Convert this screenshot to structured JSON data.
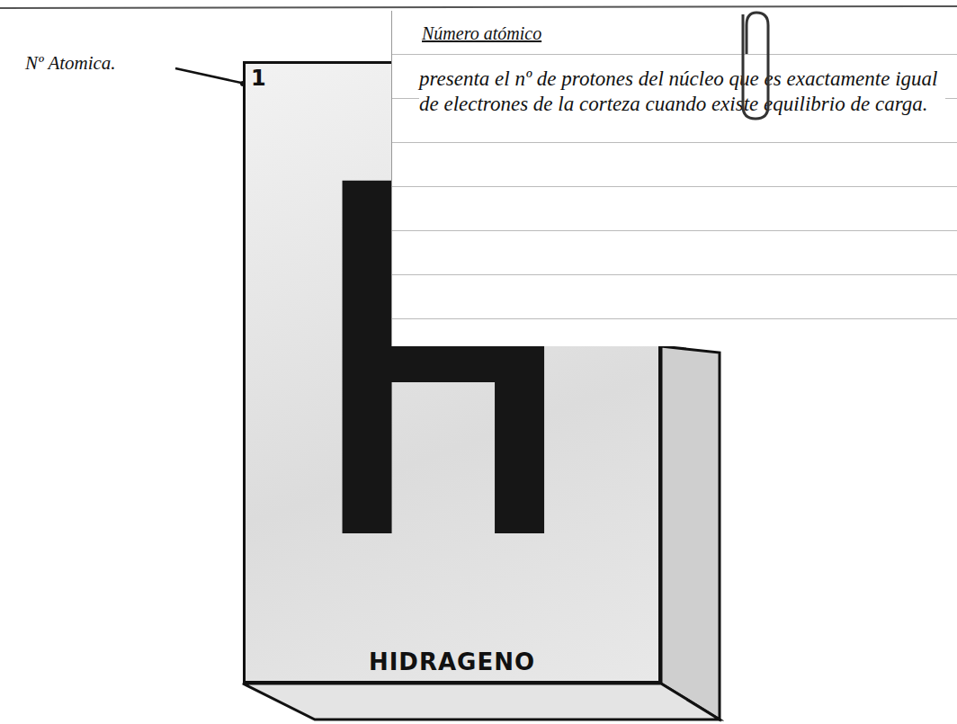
{
  "diagram": {
    "nodes": [
      {
        "text": [
          "1",
          "H",
          "HIDRAGENO"
        ]
      },
      {
        "text": [
          "Número atómico",
          "presenta el nº de protones del núcleo que es exactamente igual de electrones de la corteza cuando existe equilibrio de carga."
        ]
      }
    ],
    "labels": [
      "Nº Atomica."
    ]
  }
}
